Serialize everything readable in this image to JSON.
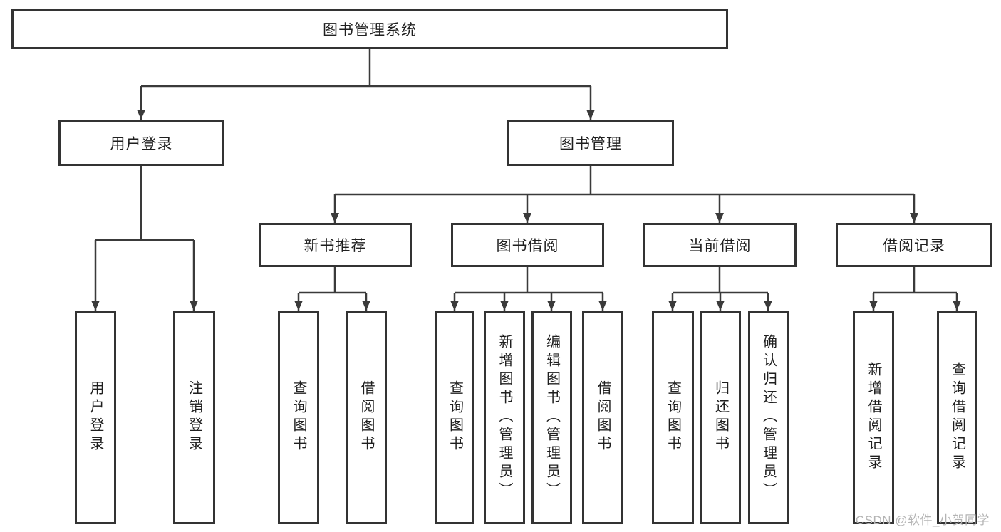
{
  "diagram": {
    "type": "hierarchy-tree",
    "tree": {
      "root": "图书管理系统",
      "children": [
        {
          "label": "用户登录",
          "children": [
            "用户登录",
            "注销登录"
          ]
        },
        {
          "label": "图书管理",
          "children": [
            {
              "label": "新书推荐",
              "children": [
                "查询图书",
                "借阅图书"
              ]
            },
            {
              "label": "图书借阅",
              "children": [
                "查询图书",
                "新增图书（管理员）",
                "编辑图书（管理员）",
                "借阅图书"
              ]
            },
            {
              "label": "当前借阅",
              "children": [
                "查询图书",
                "归还图书",
                "确认归还（管理员）"
              ]
            },
            {
              "label": "借阅记录",
              "children": [
                "新增借阅记录",
                "查询借阅记录"
              ]
            }
          ]
        }
      ]
    },
    "colors": {
      "line": "#3a3a3a",
      "box_border": "#333333",
      "text": "#1f1f1f",
      "background": "#ffffff",
      "watermark": "#b4b4b4"
    }
  },
  "watermark": {
    "text": "CSDN @软件_小贺同学"
  }
}
